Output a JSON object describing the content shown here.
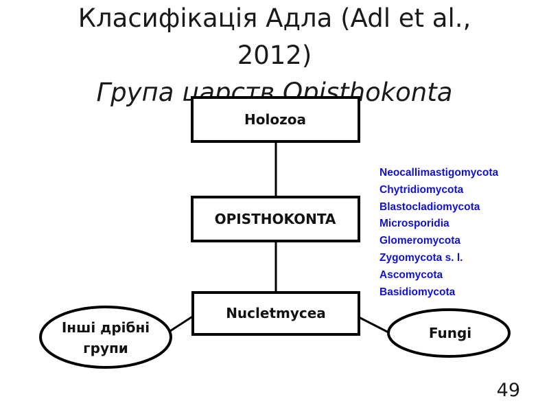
{
  "slide": {
    "title_line1": "Класифікація Адла (Adl et al.,",
    "title_line2": "2012)",
    "title_line3": "Група царств Opisthokonta",
    "page_number": "49"
  },
  "diagram": {
    "holozoa": "Holozoa",
    "opisthokonta": "OPISTHOKONTA",
    "nucletmycea": "Nucletmycea",
    "other_groups_line1": "Інші дрібні",
    "other_groups_line2": "групи",
    "fungi": "Fungi",
    "fungi_groups": [
      "Neocallimastigomycota",
      "Chytridiomycota",
      "Blastocladiomycota",
      "Microsporidia",
      "Glomeromycota",
      "Zygomycota s. l.",
      "Ascomycota",
      "Basidiomycota"
    ],
    "label_color": "#1010d8",
    "line_color": "#000000"
  }
}
